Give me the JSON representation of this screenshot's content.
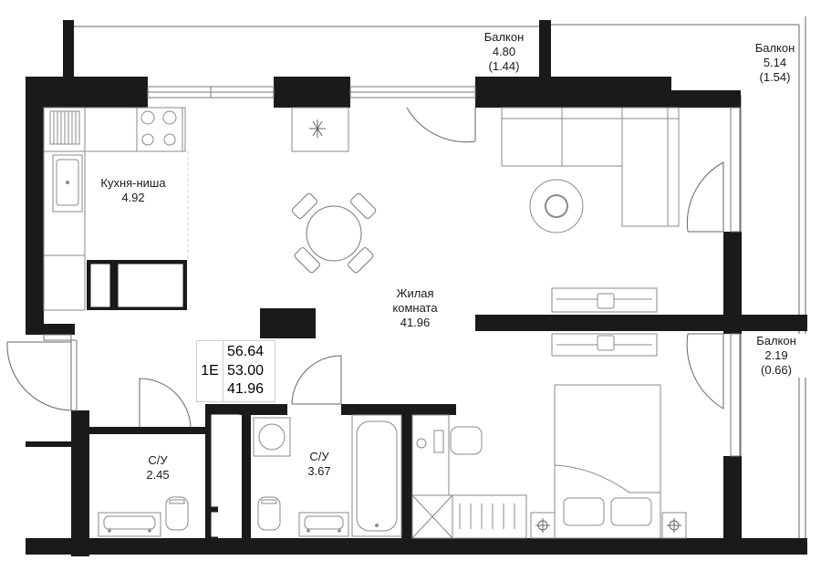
{
  "apartment": {
    "type": "1E",
    "area_total": "56.64",
    "area_with_coef": "53.00",
    "area_living": "41.96"
  },
  "rooms": {
    "balcony_top": {
      "name": "Балкон",
      "area": "4.80",
      "area_coef": "(1.44)"
    },
    "balcony_right": {
      "name": "Балкон",
      "area": "5.14",
      "area_coef": "(1.54)"
    },
    "balcony_lower": {
      "name": "Балкон",
      "area": "2.19",
      "area_coef": "(0.66)"
    },
    "kitchen": {
      "name": "Кухня-ниша",
      "area": "4.92"
    },
    "living": {
      "name_line1": "Жилая",
      "name_line2": "комната",
      "area": "41.96"
    },
    "bath1": {
      "name": "С/У",
      "area": "2.45"
    },
    "bath2": {
      "name": "С/У",
      "area": "3.67"
    }
  },
  "colors": {
    "wall": "#1a1a1a",
    "line": "#666666",
    "furniture": "#8a8a8a",
    "background": "#ffffff"
  }
}
